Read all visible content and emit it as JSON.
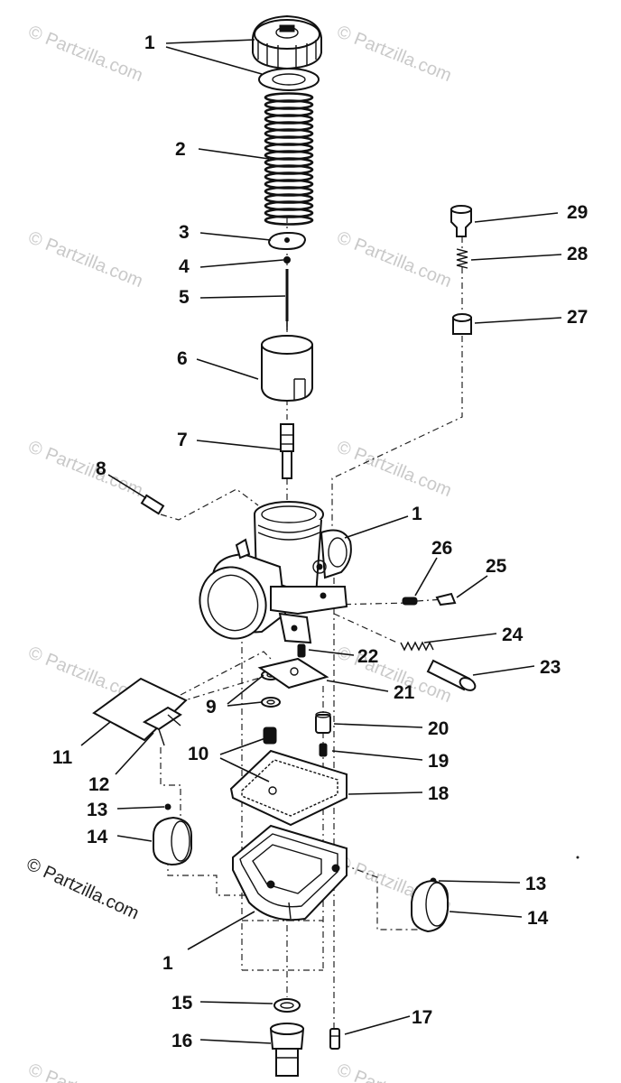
{
  "watermark": {
    "text": "© Partzilla.com",
    "main_text": "© Partzilla.com"
  },
  "callouts": [
    {
      "id": "c1a",
      "text": "1"
    },
    {
      "id": "c2",
      "text": "2"
    },
    {
      "id": "c3",
      "text": "3"
    },
    {
      "id": "c4",
      "text": "4"
    },
    {
      "id": "c5",
      "text": "5"
    },
    {
      "id": "c6",
      "text": "6"
    },
    {
      "id": "c7",
      "text": "7"
    },
    {
      "id": "c8",
      "text": "8"
    },
    {
      "id": "c1b",
      "text": "1"
    },
    {
      "id": "c9",
      "text": "9"
    },
    {
      "id": "c10",
      "text": "10"
    },
    {
      "id": "c11",
      "text": "11"
    },
    {
      "id": "c12",
      "text": "12"
    },
    {
      "id": "c13a",
      "text": "13"
    },
    {
      "id": "c14a",
      "text": "14"
    },
    {
      "id": "c1c",
      "text": "1"
    },
    {
      "id": "c15",
      "text": "15"
    },
    {
      "id": "c16",
      "text": "16"
    },
    {
      "id": "c17",
      "text": "17"
    },
    {
      "id": "c13b",
      "text": "13"
    },
    {
      "id": "c14b",
      "text": "14"
    },
    {
      "id": "c18",
      "text": "18"
    },
    {
      "id": "c19",
      "text": "19"
    },
    {
      "id": "c20",
      "text": "20"
    },
    {
      "id": "c21",
      "text": "21"
    },
    {
      "id": "c22",
      "text": "22"
    },
    {
      "id": "c23",
      "text": "23"
    },
    {
      "id": "c24",
      "text": "24"
    },
    {
      "id": "c25",
      "text": "25"
    },
    {
      "id": "c26",
      "text": "26"
    },
    {
      "id": "c27",
      "text": "27"
    },
    {
      "id": "c28",
      "text": "28"
    },
    {
      "id": "c29",
      "text": "29"
    }
  ]
}
